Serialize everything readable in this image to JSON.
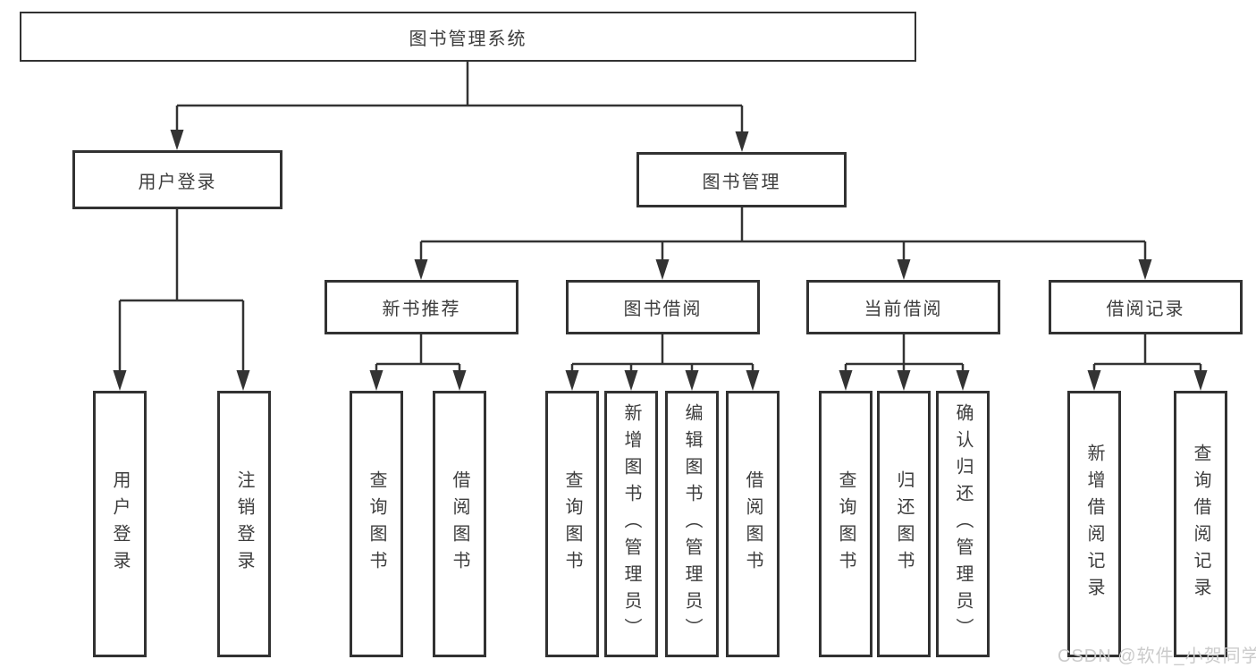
{
  "tree": {
    "root": {
      "label": "图书管理系统"
    },
    "branches": [
      {
        "label": "用户登录",
        "children": [
          {
            "label": "用户登录"
          },
          {
            "label": "注销登录"
          }
        ]
      },
      {
        "label": "图书管理",
        "groups": [
          {
            "label": "新书推荐",
            "children": [
              {
                "label": "查询图书"
              },
              {
                "label": "借阅图书"
              }
            ]
          },
          {
            "label": "图书借阅",
            "children": [
              {
                "label": "查询图书"
              },
              {
                "label": "新增图书（管理员）"
              },
              {
                "label": "编辑图书（管理员）"
              },
              {
                "label": "借阅图书"
              }
            ]
          },
          {
            "label": "当前借阅",
            "children": [
              {
                "label": "查询图书"
              },
              {
                "label": "归还图书"
              },
              {
                "label": "确认归还（管理员）"
              }
            ]
          },
          {
            "label": "借阅记录",
            "children": [
              {
                "label": "新增借阅记录"
              },
              {
                "label": "查询借阅记录"
              }
            ]
          }
        ]
      }
    ]
  },
  "watermark": {
    "text": "CSDN @软件_小贺同学"
  },
  "colors": {
    "line": "#333333",
    "box_border": "#323232",
    "text": "#3d3d3d",
    "background": "#ffffff",
    "watermark": "#cbcbcb"
  }
}
